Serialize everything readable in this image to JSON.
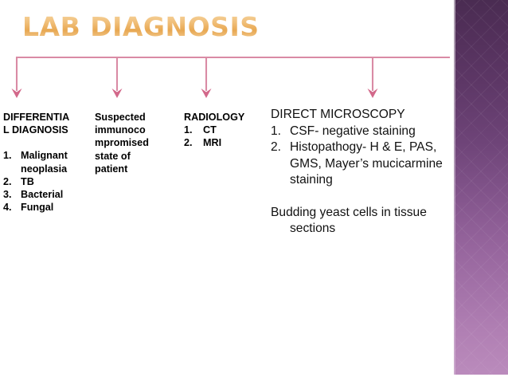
{
  "slide": {
    "title": "Lab Diagnosis",
    "background_color": "#ffffff",
    "accent_color": "#d98ba5",
    "title_color": "#efbb76",
    "band_color_top": "#4a2c52",
    "band_color_bottom": "#ba8bbc"
  },
  "diagram": {
    "branch_count": 4,
    "arrow_color": "#d98ba5"
  },
  "columns": [
    {
      "id": "differential-diagnosis",
      "heading": "DIFFERENTIA\nL DIAGNOSIS",
      "items": [
        {
          "marker": "1.",
          "text": "Malignant\nneoplasia"
        },
        {
          "marker": "2.",
          "text": "TB"
        },
        {
          "marker": "3.",
          "text": "Bacterial"
        },
        {
          "marker": "4.",
          "text": "Fungal"
        }
      ]
    },
    {
      "id": "suspected-immunocompromised",
      "heading": "Suspected\nimmunoco\nmpromised\nstate of\npatient",
      "items": []
    },
    {
      "id": "radiology",
      "heading": "RADIOLOGY",
      "items": [
        {
          "marker": "1.",
          "text": "CT"
        },
        {
          "marker": "2.",
          "text": "MRI"
        }
      ]
    },
    {
      "id": "direct-microscopy",
      "heading": "DIRECT MICROSCOPY",
      "items": [
        {
          "marker": "1.",
          "text": "CSF- negative staining"
        },
        {
          "marker": "2.",
          "text": "Histopathogy- H & E, PAS,\nGMS, Mayer’s mucicarmine\nstaining"
        }
      ],
      "note_line1": "Budding yeast cells in tissue",
      "note_line2": "sections"
    }
  ]
}
